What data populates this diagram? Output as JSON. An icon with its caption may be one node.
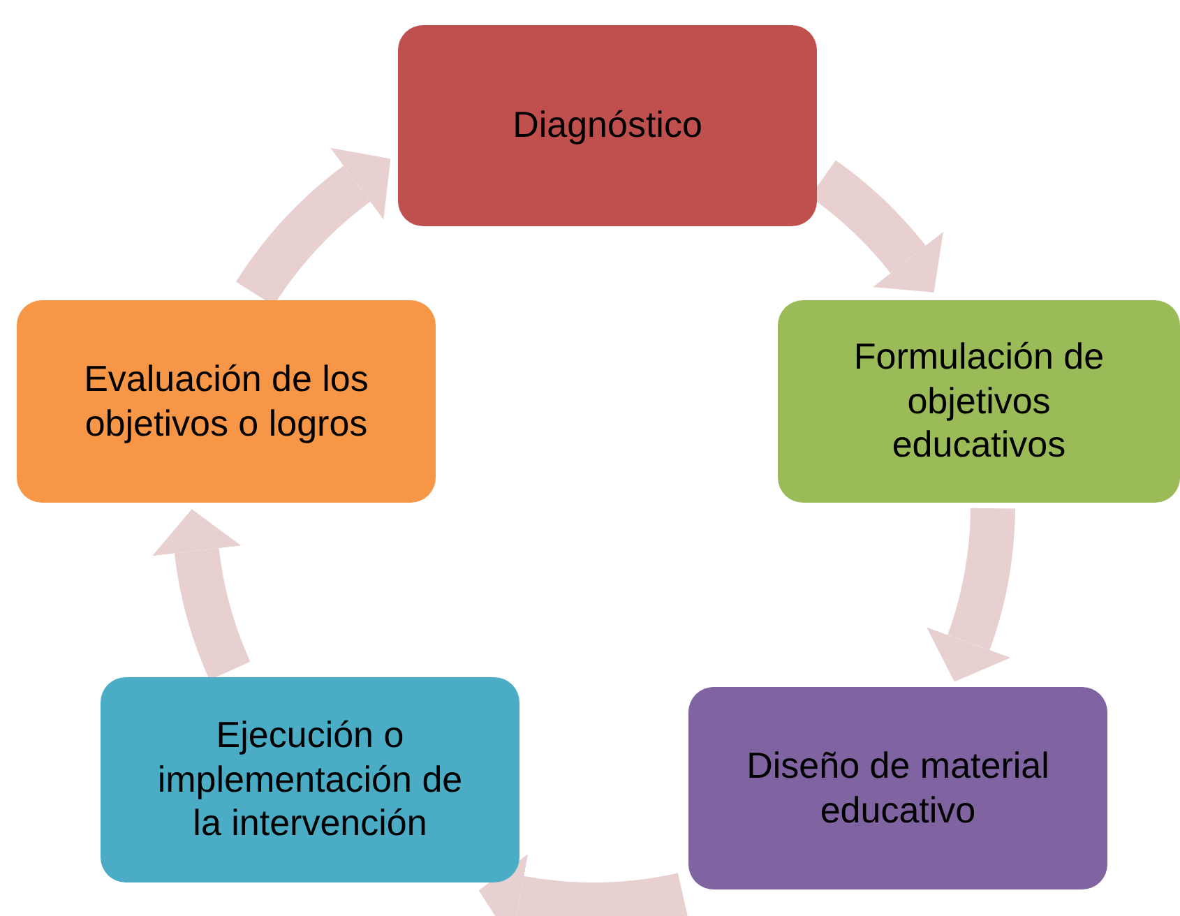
{
  "diagram": {
    "nodes": [
      {
        "text": [
          "Diagnóstico"
        ]
      },
      {
        "text": [
          "Formulación de objetivos educativos"
        ]
      },
      {
        "text": [
          "Diseño de material educativo"
        ]
      },
      {
        "text": [
          "Ejecución o implementación de la intervención"
        ]
      },
      {
        "text": [
          "Evaluación de los objetivos o logros"
        ]
      }
    ],
    "edges": [
      {
        "from": 0,
        "to": 1,
        "arrow": "to"
      },
      {
        "from": 1,
        "to": 2,
        "arrow": "to"
      },
      {
        "from": 2,
        "to": 3,
        "arrow": "to"
      },
      {
        "from": 3,
        "to": 4,
        "arrow": "to"
      },
      {
        "from": 4,
        "to": 0,
        "arrow": "to"
      }
    ]
  }
}
